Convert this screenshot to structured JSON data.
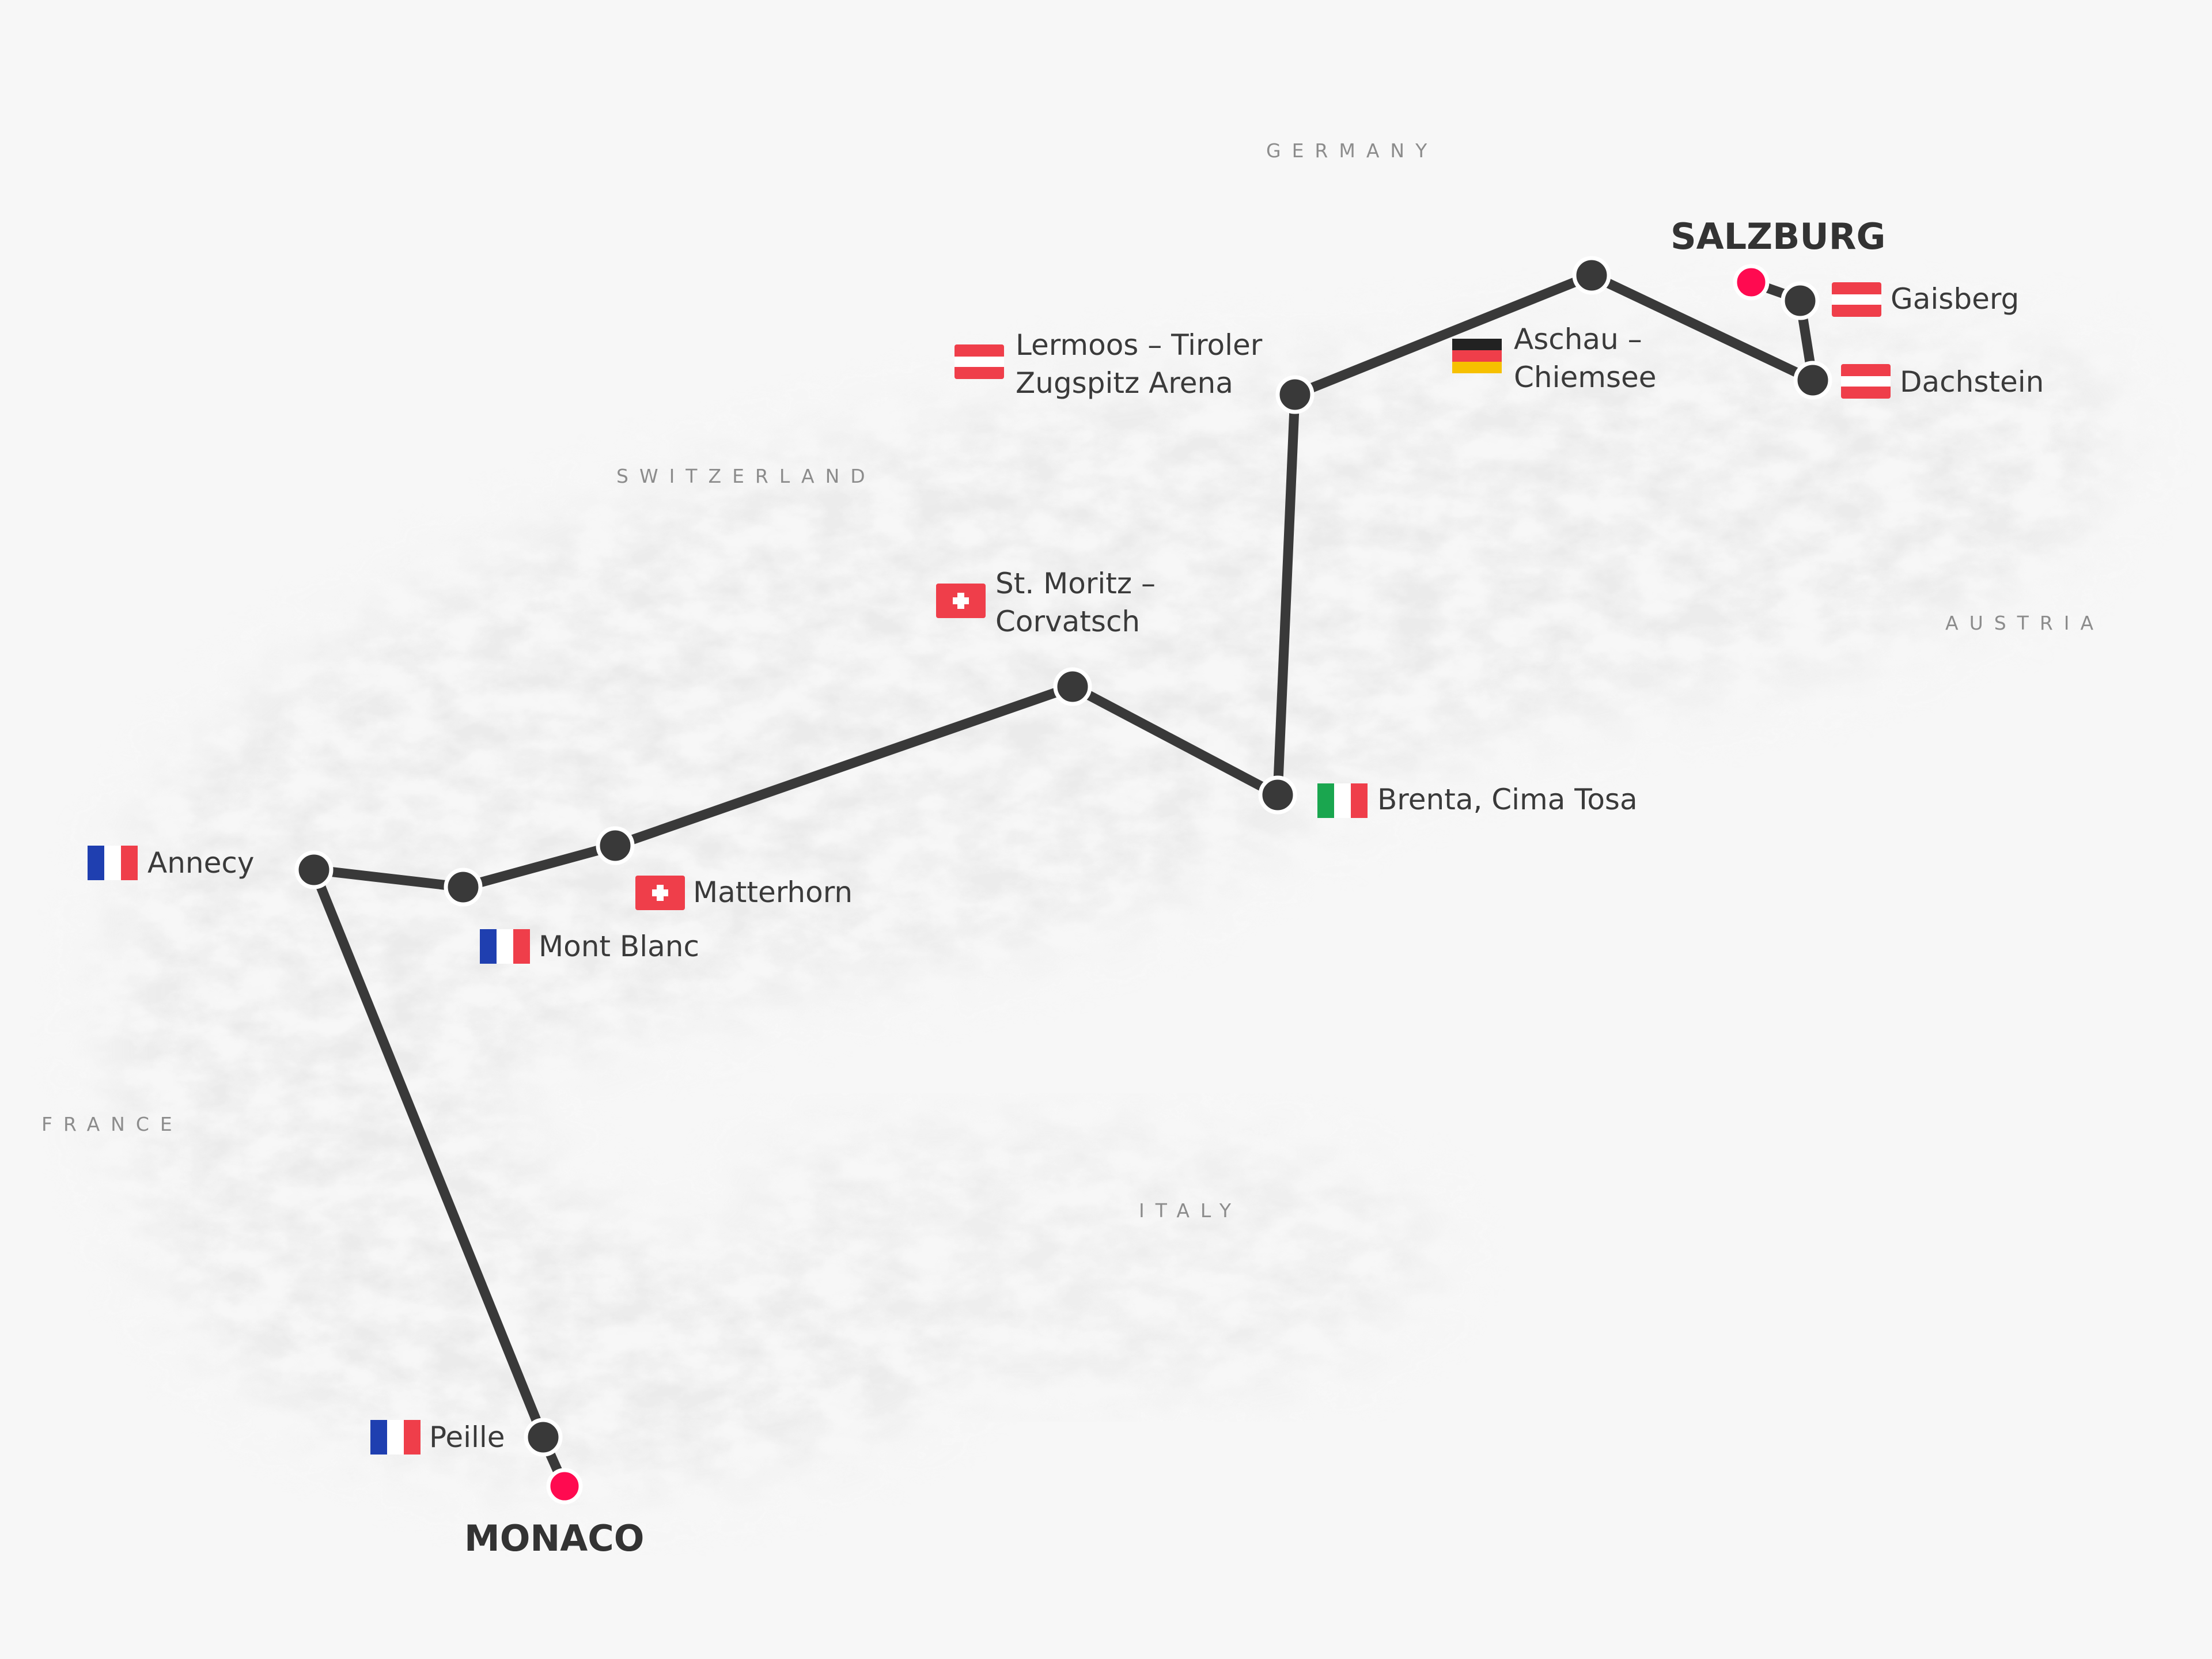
{
  "countries": [
    "GERMANY",
    "SWITZERLAND",
    "AUSTRIA",
    "FRANCE",
    "ITALY"
  ],
  "endpoints": {
    "start": "SALZBURG",
    "end": "MONACO"
  },
  "stops": [
    {
      "name": "Gaisberg",
      "lines": [
        "Gaisberg"
      ],
      "flag": "austria-flag"
    },
    {
      "name": "Dachstein",
      "lines": [
        "Dachstein"
      ],
      "flag": "austria-flag"
    },
    {
      "name": "Aschau – Chiemsee",
      "lines": [
        "Aschau –",
        "Chiemsee"
      ],
      "flag": "germany-flag"
    },
    {
      "name": "Lermoos – Tiroler Zugspitz Arena",
      "lines": [
        "Lermoos – Tiroler",
        "Zugspitz Arena"
      ],
      "flag": "austria-flag"
    },
    {
      "name": "Brenta, Cima Tosa",
      "lines": [
        "Brenta, Cima Tosa"
      ],
      "flag": "italy-flag"
    },
    {
      "name": "St. Moritz – Corvatsch",
      "lines": [
        "St. Moritz –",
        "Corvatsch"
      ],
      "flag": "switzerland-flag"
    },
    {
      "name": "Matterhorn",
      "lines": [
        "Matterhorn"
      ],
      "flag": "switzerland-flag"
    },
    {
      "name": "Mont Blanc",
      "lines": [
        "Mont Blanc"
      ],
      "flag": "france-flag"
    },
    {
      "name": "Annecy",
      "lines": [
        "Annecy"
      ],
      "flag": "france-flag"
    },
    {
      "name": "Peille",
      "lines": [
        "Peille"
      ],
      "flag": "france-flag"
    }
  ],
  "colors": {
    "background": "#f7f7f7",
    "route": "#393939",
    "endpoint_marker": "#ff0a50",
    "stop_marker": "#393939",
    "flag_red": "#ef3e4a",
    "flag_blue": "#1f3fb0",
    "flag_green": "#1aa64f",
    "flag_black": "#222222",
    "flag_gold": "#f6c000",
    "country_label": "#8c8c8c"
  }
}
